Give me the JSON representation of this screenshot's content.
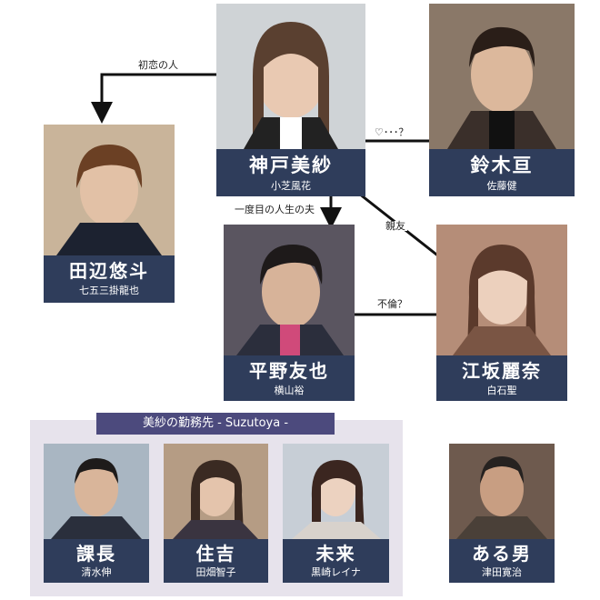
{
  "relations": {
    "first_love": "初恋の人",
    "heart_q": "♡･･･？",
    "husband": "一度目の人生の夫",
    "best_friend": "親友",
    "affair": "不倫？"
  },
  "workplace": {
    "title": "美紗の勤務先 - Suzutoya -"
  },
  "people": {
    "misa": {
      "name": "神戸美紗",
      "actor": "小芝風花"
    },
    "wataru": {
      "name": "鈴木亘",
      "actor": "佐藤健"
    },
    "yuto": {
      "name": "田辺悠斗",
      "actor": "七五三掛龍也"
    },
    "tomoya": {
      "name": "平野友也",
      "actor": "横山裕"
    },
    "reina": {
      "name": "江坂麗奈",
      "actor": "白石聖"
    },
    "kacho": {
      "name": "課長",
      "actor": "清水伸"
    },
    "sumiyoshi": {
      "name": "住吉",
      "actor": "田畑智子"
    },
    "mirai": {
      "name": "未来",
      "actor": "黒崎レイナ"
    },
    "aruotoko": {
      "name": "ある男",
      "actor": "津田寛治"
    }
  },
  "colors": {
    "card": "#2f3d5b",
    "workplace_bg": "#e7e3ec",
    "workplace_title": "#4c4a7d"
  }
}
